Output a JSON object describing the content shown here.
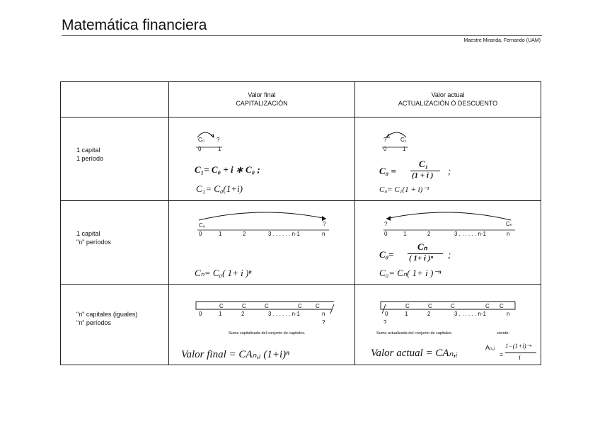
{
  "header": {
    "title": "Matemática financiera",
    "author": "Maestre Miranda, Fernando (UAM)"
  },
  "columns": {
    "final_line1": "Valor final",
    "final_line2": "CAPITALIZACIÓN",
    "actual_line1": "Valor actual",
    "actual_line2": "ACTUALIZACIÓN Ó DESCUENTO"
  },
  "rows": [
    {
      "line1": "1 capital",
      "line2": "1 período"
    },
    {
      "line1": "1 capital",
      "line2": "\"n\" períodos"
    },
    {
      "line1": "\"n\" capitales (iguales)",
      "line2": "\"n\" períodos"
    }
  ],
  "cells": {
    "r1_final": {
      "top_labels": [
        "C₀",
        "?"
      ],
      "ticks": [
        "0",
        "1"
      ],
      "formula1": "C₁= C₀ + i ∗ C₀ ;",
      "formula2": "C₁= C₀(1+i)"
    },
    "r1_actual": {
      "top_labels": [
        "?",
        "C₁"
      ],
      "ticks": [
        "0",
        "1"
      ],
      "lhs": "C₀ =",
      "num": "C₁",
      "den": "(1 + i )",
      "tail": ";",
      "formula2": "C₀= C₁(1 + i)⁻¹"
    },
    "r2_final": {
      "left_label": "C₀",
      "right_label": "?",
      "ticks": [
        "0",
        "1",
        "2",
        "3 . . . . . . n-1",
        "n"
      ],
      "formula": "Cₙ= C₀( 1+ i )ⁿ"
    },
    "r2_actual": {
      "left_label": "?",
      "right_label": "Cₙ",
      "ticks": [
        "0",
        "1",
        "2",
        "3 . . . . . . n-1",
        "n"
      ],
      "lhs": "C₀=",
      "num": "Cₙ",
      "den": "( 1+ i )ⁿ",
      "tail": ";",
      "formula": "C₀= Cₙ( 1+ i )⁻ⁿ"
    },
    "r3_final": {
      "caps": [
        "C",
        "C",
        "C",
        "C",
        "C"
      ],
      "ticks": [
        "0",
        "1",
        "2",
        "3 . . . . . . n-1",
        "n"
      ],
      "question": "?",
      "caption": "Suma capitalizada del conjunto de capitales.",
      "formula": "Valor final = CAₙ,ᵢ (1+i)ⁿ"
    },
    "r3_actual": {
      "caps": [
        "C",
        "C",
        "C",
        "C",
        "C"
      ],
      "ticks": [
        "0",
        "1",
        "2",
        "3 . . . . . . n-1",
        "n"
      ],
      "question": "?",
      "caption": "Suma actualizada del conjunto de capitales.",
      "siendo": "siendo:",
      "formula": "Valor actual = CAₙ,ᵢ",
      "a_label": "Aₙ,ᵢ",
      "a_num": "1−(1+i)⁻ⁿ",
      "a_den": "i"
    }
  }
}
